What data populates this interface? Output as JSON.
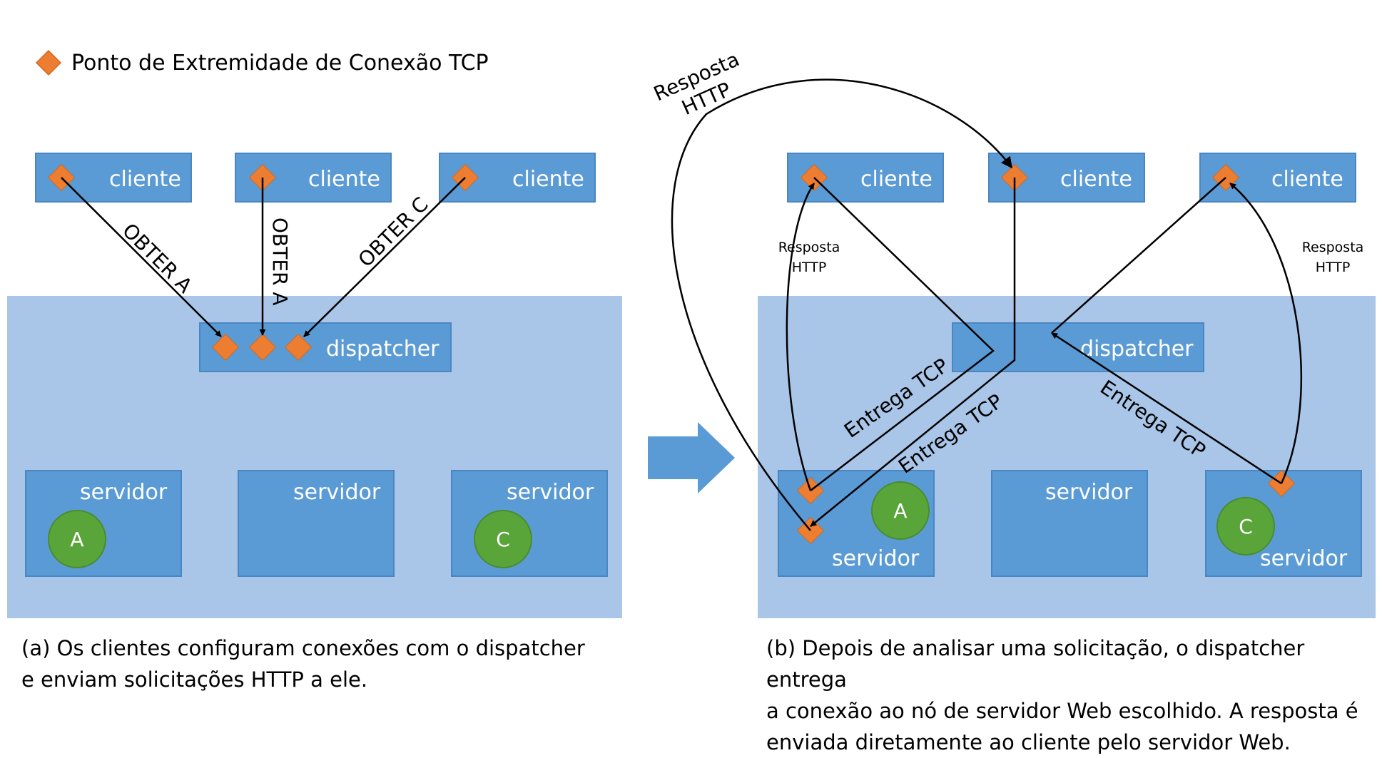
{
  "legend": {
    "label": "Ponto de Extremidade de Conexão TCP",
    "icon": "orange-diamond-icon"
  },
  "colors": {
    "box": "#5b9bd5",
    "box_border": "#4a86c2",
    "cluster_fill": "#a9c6e8",
    "endpoint": "#ed7d31",
    "badge": "#5aa53a",
    "arrow": "#000000"
  },
  "panel_a": {
    "clients": [
      "cliente",
      "cliente",
      "cliente"
    ],
    "dispatcher": "dispatcher",
    "servers": [
      "servidor",
      "servidor",
      "servidor"
    ],
    "badges": [
      "A",
      "C"
    ],
    "requests": [
      "OBTER A",
      "OBTER A",
      "OBTER C"
    ],
    "caption": [
      "(a) Os clientes configuram conexões com o dispatcher",
      "e enviam solicitações HTTP a ele."
    ]
  },
  "panel_b": {
    "clients": [
      "cliente",
      "cliente",
      "cliente"
    ],
    "dispatcher": "dispatcher",
    "servers": [
      "servidor",
      "servidor",
      "servidor"
    ],
    "badges": [
      "A",
      "C"
    ],
    "http_response_top": [
      "Resposta",
      "HTTP"
    ],
    "http_response_left": [
      "Resposta",
      "HTTP"
    ],
    "http_response_right": [
      "Resposta",
      "HTTP"
    ],
    "handoffs": [
      "Entrega TCP",
      "Entrega TCP",
      "Entrega TCP"
    ],
    "caption": [
      "(b) Depois de analisar uma solicitação, o dispatcher entrega",
      "a conexão ao nó de servidor Web escolhido. A resposta é",
      "enviada diretamente ao cliente pelo servidor Web."
    ]
  },
  "transition": {
    "icon": "right-arrow-icon"
  }
}
